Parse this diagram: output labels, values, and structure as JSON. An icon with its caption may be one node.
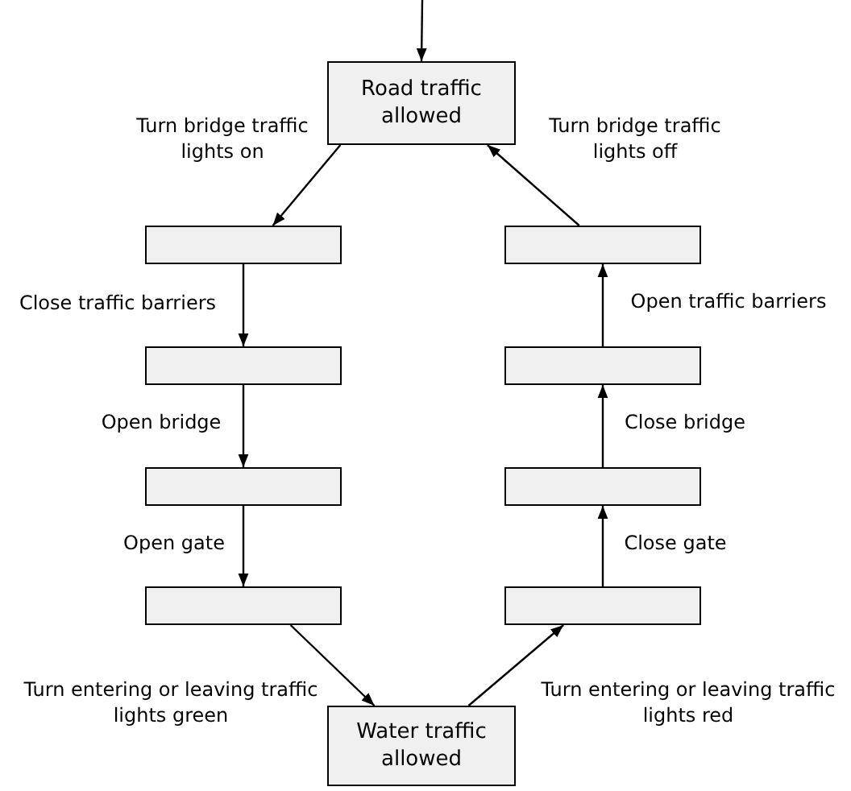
{
  "diagram": {
    "nodes": [
      {
        "text": [
          "Road traffic allowed"
        ]
      },
      {
        "text": [],
        "shape": "box"
      },
      {
        "text": [],
        "shape": "box"
      },
      {
        "text": [],
        "shape": "box"
      },
      {
        "text": [],
        "shape": "box"
      },
      {
        "text": [],
        "shape": "box"
      },
      {
        "text": [],
        "shape": "box"
      },
      {
        "text": [],
        "shape": "box"
      },
      {
        "text": [],
        "shape": "box"
      },
      {
        "text": [
          "Water traffic allowed"
        ]
      }
    ],
    "edges": [
      {
        "from": null,
        "to": 0,
        "arrow": "to"
      },
      {
        "from": 0,
        "to": 1,
        "arrow": "to",
        "label": "Turn bridge traffic lights on"
      },
      {
        "from": 1,
        "to": 2,
        "arrow": "to",
        "label": "Close traffic barriers"
      },
      {
        "from": 2,
        "to": 3,
        "arrow": "to",
        "label": "Open bridge"
      },
      {
        "from": 3,
        "to": 4,
        "arrow": "to",
        "label": "Open gate"
      },
      {
        "from": 4,
        "to": 9,
        "arrow": "to",
        "label": "Turn entering or leaving traffic lights green"
      },
      {
        "from": 9,
        "to": 8,
        "arrow": "to",
        "label": "Turn entering or leaving traffic lights red"
      },
      {
        "from": 8,
        "to": 7,
        "arrow": "to",
        "label": "Close gate"
      },
      {
        "from": 7,
        "to": 6,
        "arrow": "to",
        "label": "Close bridge"
      },
      {
        "from": 6,
        "to": 5,
        "arrow": "to",
        "label": "Open traffic barriers"
      },
      {
        "from": 5,
        "to": 0,
        "arrow": "to",
        "label": "Turn bridge traffic lights off"
      }
    ]
  }
}
